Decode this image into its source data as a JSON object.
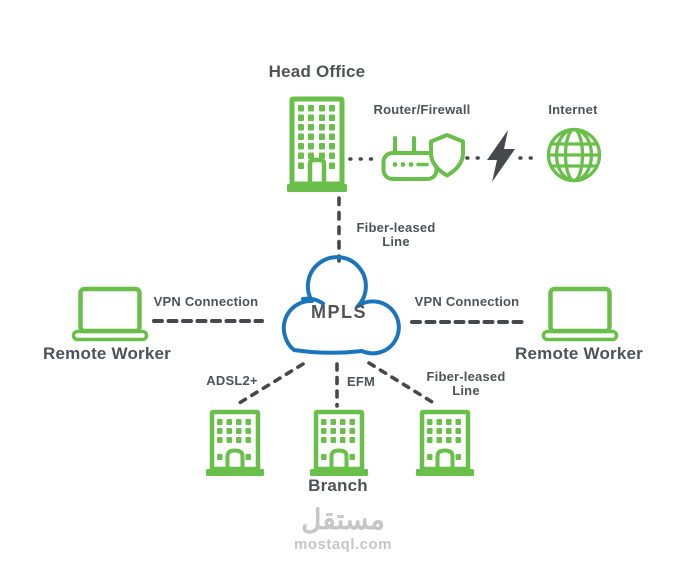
{
  "colors": {
    "green": "#6abf4a",
    "blue": "#1b75bc",
    "text": "#4f5256",
    "line": "#46484c",
    "watermark": "#c6c6c6"
  },
  "nodes": {
    "head_office": {
      "label": "Head Office"
    },
    "router_firewall": {
      "label": "Router/Firewall"
    },
    "internet": {
      "label": "Internet"
    },
    "mpls": {
      "label": "MPLS"
    },
    "remote_worker_left": {
      "label": "Remote Worker"
    },
    "remote_worker_right": {
      "label": "Remote Worker"
    },
    "branch": {
      "label": "Branch"
    }
  },
  "links": {
    "head_office_fiber": {
      "line1": "Fiber-leased",
      "line2": "Line"
    },
    "vpn_left": {
      "label": "VPN Connection"
    },
    "vpn_right": {
      "label": "VPN Connection"
    },
    "adsl": {
      "label": "ADSL2+"
    },
    "efm": {
      "label": "EFM"
    },
    "branch_fiber": {
      "line1": "Fiber-leased",
      "line2": "Line"
    }
  },
  "watermark": {
    "brand": "مستقل",
    "domain": "mostaql.com"
  }
}
